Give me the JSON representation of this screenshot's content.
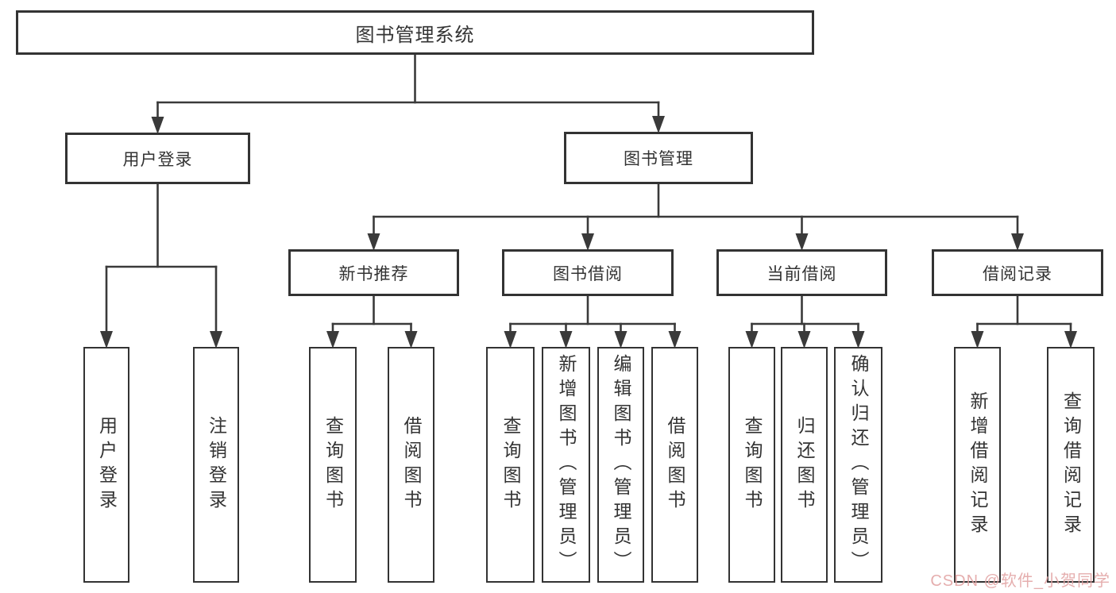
{
  "diagram": {
    "title": "图书管理系统",
    "nodes": [
      {
        "id": "system",
        "label": "图书管理系统",
        "parent": null,
        "orient": "horizontal"
      },
      {
        "id": "user-login",
        "label": "用户登录",
        "parent": "system",
        "orient": "horizontal"
      },
      {
        "id": "book-mgmt",
        "label": "图书管理",
        "parent": "system",
        "orient": "horizontal"
      },
      {
        "id": "login",
        "label": "用户登录",
        "parent": "user-login",
        "orient": "vertical"
      },
      {
        "id": "logout",
        "label": "注销登录",
        "parent": "user-login",
        "orient": "vertical"
      },
      {
        "id": "new-book-rec",
        "label": "新书推荐",
        "parent": "book-mgmt",
        "orient": "horizontal"
      },
      {
        "id": "book-borrow",
        "label": "图书借阅",
        "parent": "book-mgmt",
        "orient": "horizontal"
      },
      {
        "id": "current-borrow",
        "label": "当前借阅",
        "parent": "book-mgmt",
        "orient": "horizontal"
      },
      {
        "id": "borrow-records",
        "label": "借阅记录",
        "parent": "book-mgmt",
        "orient": "horizontal"
      },
      {
        "id": "nbr-query-book",
        "label": "查询图书",
        "parent": "new-book-rec",
        "orient": "vertical"
      },
      {
        "id": "nbr-borrow-book",
        "label": "借阅图书",
        "parent": "new-book-rec",
        "orient": "vertical"
      },
      {
        "id": "bb-query-book",
        "label": "查询图书",
        "parent": "book-borrow",
        "orient": "vertical"
      },
      {
        "id": "bb-add-book",
        "label": "新增图书（管理员）",
        "parent": "book-borrow",
        "orient": "vertical"
      },
      {
        "id": "bb-edit-book",
        "label": "编辑图书（管理员）",
        "parent": "book-borrow",
        "orient": "vertical"
      },
      {
        "id": "bb-borrow-book",
        "label": "借阅图书",
        "parent": "book-borrow",
        "orient": "vertical"
      },
      {
        "id": "cb-query-book",
        "label": "查询图书",
        "parent": "current-borrow",
        "orient": "vertical"
      },
      {
        "id": "cb-return-book",
        "label": "归还图书",
        "parent": "current-borrow",
        "orient": "vertical"
      },
      {
        "id": "cb-confirm-return",
        "label": "确认归还（管理员）",
        "parent": "current-borrow",
        "orient": "vertical"
      },
      {
        "id": "br-add-record",
        "label": "新增借阅记录",
        "parent": "borrow-records",
        "orient": "vertical"
      },
      {
        "id": "br-query-record",
        "label": "查询借阅记录",
        "parent": "borrow-records",
        "orient": "vertical"
      }
    ]
  },
  "watermark": {
    "text": "CSDN @软件_小贺同学"
  },
  "colors": {
    "line": "#3a3a3a",
    "border": "#333333",
    "text": "#333333",
    "background": "#ffffff",
    "watermark": "#e2a3a3"
  }
}
